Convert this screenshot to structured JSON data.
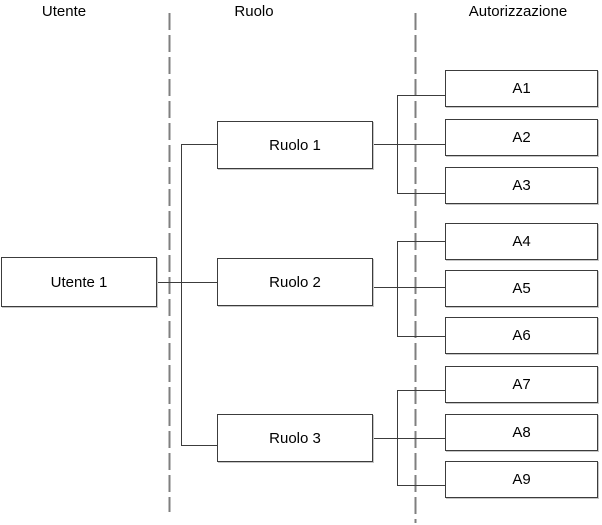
{
  "diagram": {
    "columns": [
      {
        "id": "utente",
        "label": "Utente"
      },
      {
        "id": "ruolo",
        "label": "Ruolo"
      },
      {
        "id": "autorizzazione",
        "label": "Autorizzazione"
      }
    ],
    "user": {
      "label": "Utente 1"
    },
    "roles": [
      {
        "label": "Ruolo 1"
      },
      {
        "label": "Ruolo 2"
      },
      {
        "label": "Ruolo 3"
      }
    ],
    "authorizations": [
      {
        "label": "A1"
      },
      {
        "label": "A2"
      },
      {
        "label": "A3"
      },
      {
        "label": "A4"
      },
      {
        "label": "A5"
      },
      {
        "label": "A6"
      },
      {
        "label": "A7"
      },
      {
        "label": "A8"
      },
      {
        "label": "A9"
      }
    ],
    "relationships": {
      "Utente 1": [
        "Ruolo 1",
        "Ruolo 2",
        "Ruolo 3"
      ],
      "Ruolo 1": [
        "A1",
        "A2",
        "A3"
      ],
      "Ruolo 2": [
        "A4",
        "A5",
        "A6"
      ],
      "Ruolo 3": [
        "A7",
        "A8",
        "A9"
      ]
    },
    "colors": {
      "background": "#ffffff",
      "box_fill": "#ffffff",
      "box_border": "#3c3c3c",
      "connector_line": "#3c3c3c",
      "dashed_divider": "#7f7f7f",
      "text": "#000000"
    }
  }
}
